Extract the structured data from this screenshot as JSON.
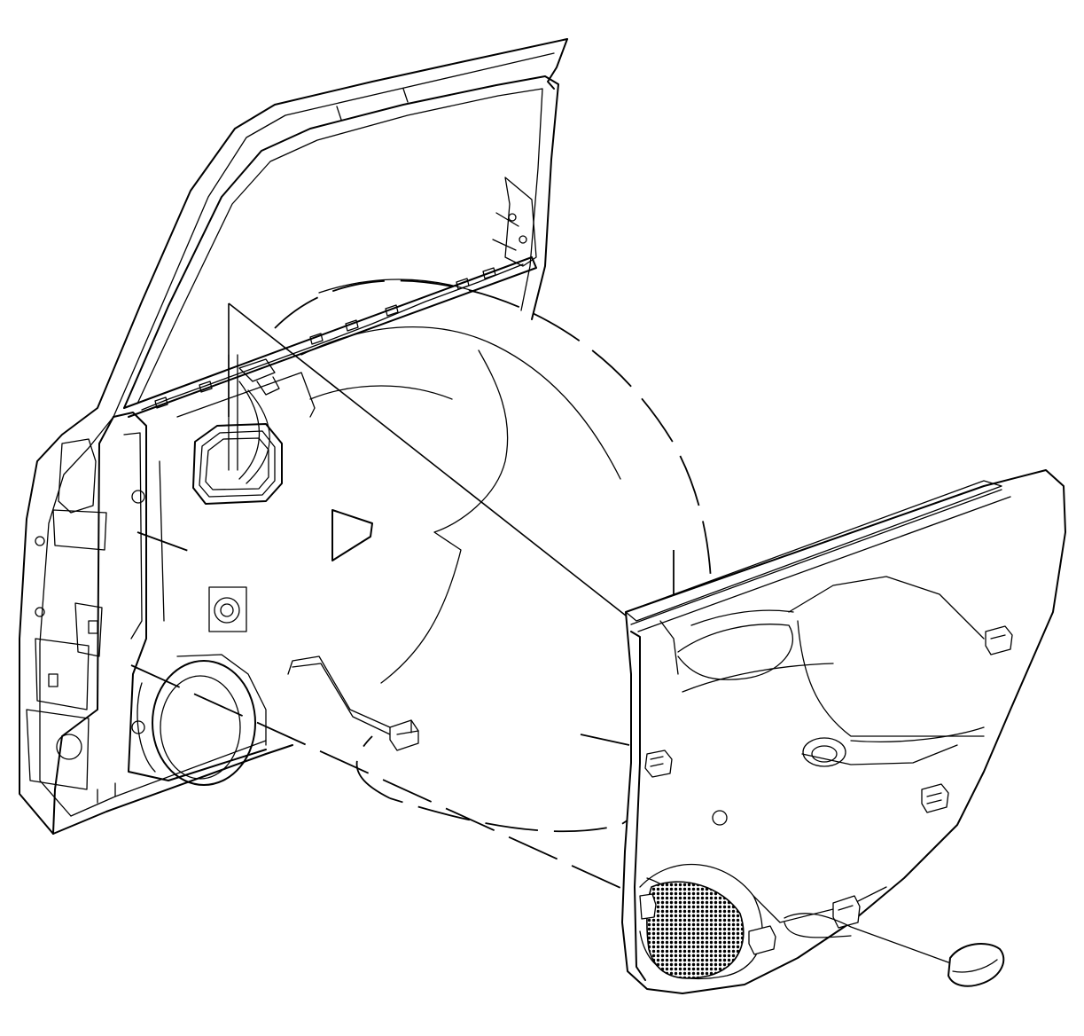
{
  "diagram": {
    "type": "exploded-view line drawing",
    "colors": {
      "line": "#000000",
      "background": "#ffffff"
    },
    "parts": [
      {
        "id": "door-frame",
        "icon": "door-frame-icon"
      },
      {
        "id": "door-inner-panel",
        "icon": "door-panel-icon"
      },
      {
        "id": "water-deflector",
        "icon": "dashed-outline-icon"
      },
      {
        "id": "door-trim-panel",
        "icon": "trim-panel-icon"
      },
      {
        "id": "speaker-grille",
        "icon": "speaker-icon"
      },
      {
        "id": "retainer-clips",
        "icon": "clip-icon"
      },
      {
        "id": "wiring-connector",
        "icon": "connector-icon"
      },
      {
        "id": "courtesy-lamp",
        "icon": "lamp-icon"
      }
    ]
  }
}
